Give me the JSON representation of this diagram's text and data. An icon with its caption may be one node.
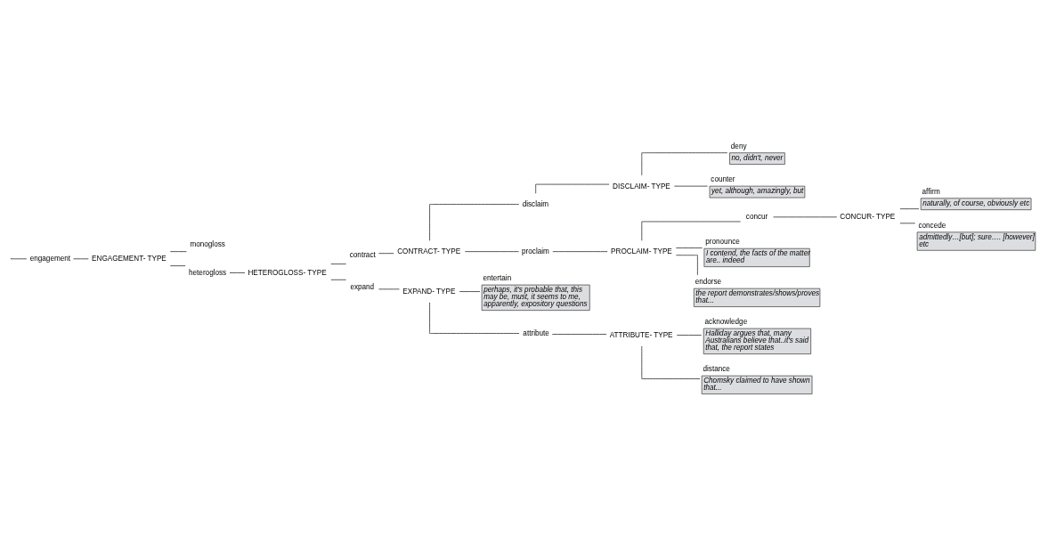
{
  "diagram": {
    "nodes": [
      {
        "text": [
          "engagement"
        ]
      },
      {
        "text": [
          "ENGAGEMENT- TYPE"
        ]
      },
      {
        "text": [
          "monogloss"
        ]
      },
      {
        "text": [
          "heterogloss"
        ]
      },
      {
        "text": [
          "HETEROGLOSS- TYPE"
        ]
      },
      {
        "text": [
          "contract"
        ]
      },
      {
        "text": [
          "CONTRACT- TYPE"
        ]
      },
      {
        "text": [
          "disclaim"
        ]
      },
      {
        "text": [
          "DISCLAIM- TYPE"
        ]
      },
      {
        "text": [
          "deny",
          "no, didn't, never"
        ]
      },
      {
        "text": [
          "counter",
          "yet, although, amazingly, but"
        ]
      },
      {
        "text": [
          "proclaim"
        ]
      },
      {
        "text": [
          "PROCLAIM- TYPE"
        ]
      },
      {
        "text": [
          "concur"
        ]
      },
      {
        "text": [
          "CONCUR- TYPE"
        ]
      },
      {
        "text": [
          "affirm",
          "naturally, of course, obviously etc"
        ]
      },
      {
        "text": [
          "concede",
          "admittedly…[but]; sure…. [however] etc"
        ]
      },
      {
        "text": [
          "pronounce",
          "I contend, the facts of the matter are.. indeed"
        ]
      },
      {
        "text": [
          "endorse",
          "the report demonstrates/shows/proves that..."
        ]
      },
      {
        "text": [
          "expand"
        ]
      },
      {
        "text": [
          "EXPAND- TYPE"
        ]
      },
      {
        "text": [
          "entertain",
          "perhaps, it's probable that, this may be, must, it seems to me, apparently, expository questions"
        ]
      },
      {
        "text": [
          "attribute"
        ]
      },
      {
        "text": [
          "ATTRIBUTE- TYPE"
        ]
      },
      {
        "text": [
          "acknowledge",
          "Halliday argues that, many Australians believe that..it's said that, the report states"
        ]
      },
      {
        "text": [
          "distance",
          "Chomsky claimed to have shown that..."
        ]
      }
    ],
    "edges": [
      {
        "from": null,
        "to": 0,
        "arrow": "none"
      },
      {
        "from": 0,
        "to": 1,
        "arrow": "none"
      },
      {
        "from": 1,
        "to": 2,
        "arrow": "none"
      },
      {
        "from": 1,
        "to": 3,
        "arrow": "none"
      },
      {
        "from": 3,
        "to": 4,
        "arrow": "none"
      },
      {
        "from": 4,
        "to": 5,
        "arrow": "none"
      },
      {
        "from": 4,
        "to": 19,
        "arrow": "none"
      },
      {
        "from": 5,
        "to": 6,
        "arrow": "none"
      },
      {
        "from": 6,
        "to": 7,
        "arrow": "none"
      },
      {
        "from": 6,
        "to": 11,
        "arrow": "none"
      },
      {
        "from": 7,
        "to": 8,
        "arrow": "none"
      },
      {
        "from": 8,
        "to": 9,
        "arrow": "none"
      },
      {
        "from": 8,
        "to": 10,
        "arrow": "none"
      },
      {
        "from": 11,
        "to": 12,
        "arrow": "none"
      },
      {
        "from": 12,
        "to": 13,
        "arrow": "none"
      },
      {
        "from": 12,
        "to": 17,
        "arrow": "none"
      },
      {
        "from": 12,
        "to": 18,
        "arrow": "none"
      },
      {
        "from": 13,
        "to": 14,
        "arrow": "none"
      },
      {
        "from": 14,
        "to": 15,
        "arrow": "none"
      },
      {
        "from": 14,
        "to": 16,
        "arrow": "none"
      },
      {
        "from": 19,
        "to": 20,
        "arrow": "none"
      },
      {
        "from": 20,
        "to": 21,
        "arrow": "none"
      },
      {
        "from": 20,
        "to": 22,
        "arrow": "none"
      },
      {
        "from": 22,
        "to": 23,
        "arrow": "none"
      },
      {
        "from": 23,
        "to": 24,
        "arrow": "none"
      },
      {
        "from": 23,
        "to": 25,
        "arrow": "none"
      }
    ]
  }
}
